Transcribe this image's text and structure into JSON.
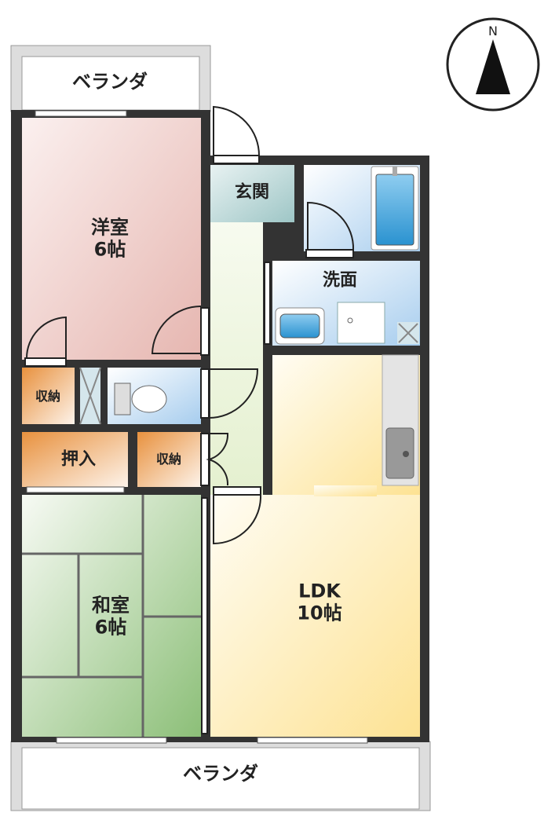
{
  "compass": {
    "north_label": "N"
  },
  "rooms": {
    "veranda_top": "ベランダ",
    "western_room": {
      "name": "洋室",
      "size": "6帖"
    },
    "entrance": "玄関",
    "washroom": "洗面",
    "storage_left": "収納",
    "closet": "押入",
    "storage_right": "収納",
    "japanese_room": {
      "name": "和室",
      "size": "6帖"
    },
    "ldk": {
      "name": "LDK",
      "size": "10帖"
    },
    "veranda_bottom": "ベランダ"
  },
  "colors": {
    "wall": "#333333",
    "western": "#e8b8b4",
    "japanese": "#8fc07a",
    "ldk": "#fde59a",
    "bath": "#a9cfee",
    "storage": "#e99a4e",
    "entrance": "#a9cccc"
  }
}
